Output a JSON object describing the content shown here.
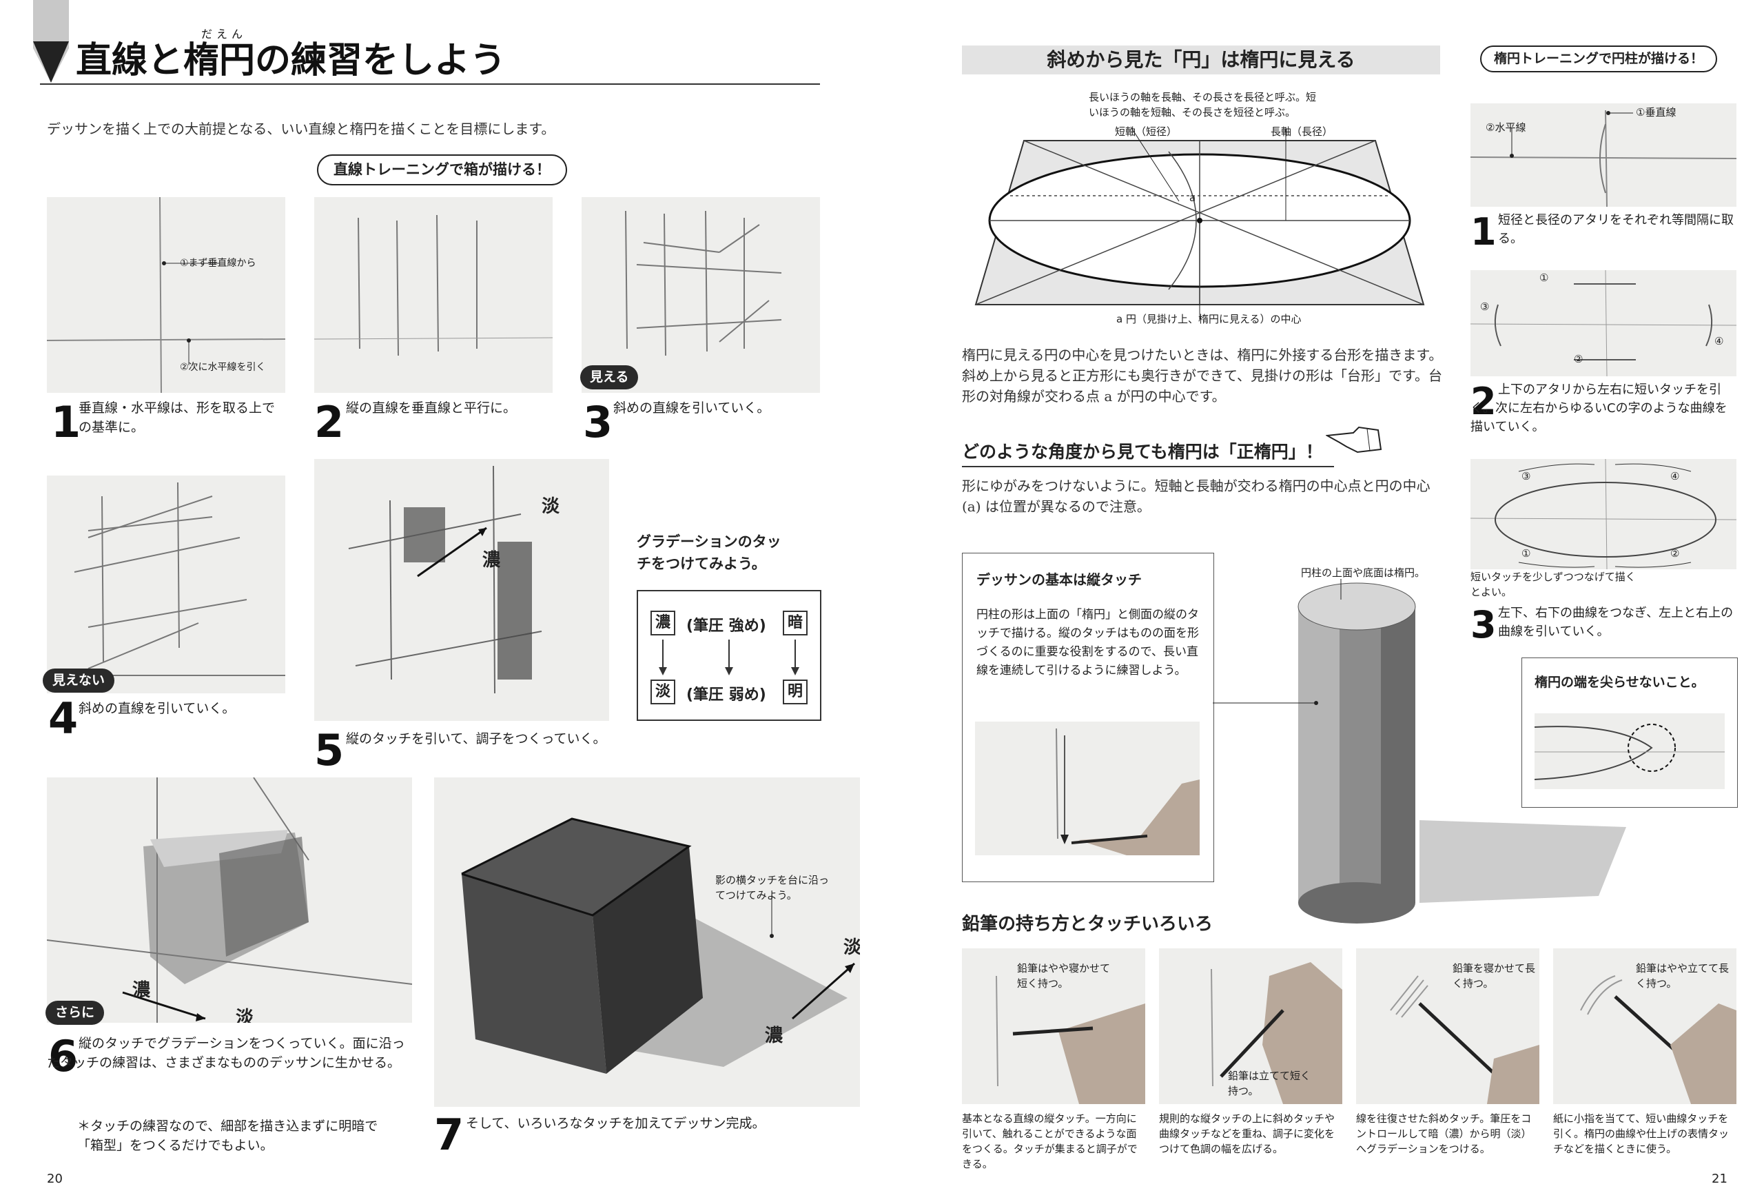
{
  "left_page": {
    "title_prefix": "直線と",
    "title_ruby": "だえん",
    "title_kanji": "楕円",
    "title_suffix": "の練習をしよう",
    "intro": "デッサンを描く上での大前提となる、いい直線と楕円を描くことを目標にします。",
    "box_pill": "直線トレーニングで箱が描ける！",
    "step1_label1": "①まず垂直線から",
    "step1_label2": "②次に水平線を引く",
    "step1_cap": "垂直線・水平線は、形を取る上での基準に。",
    "step2_cap": "縦の直線を垂直線と平行に。",
    "step3_bubble": "見える",
    "step3_cap": "斜めの直線を引いていく。",
    "step4_bubble": "見えない",
    "step4_cap": "斜めの直線を引いていく。",
    "step5_dark": "濃",
    "step5_light": "淡",
    "step5_cap": "縦のタッチを引いて、調子をつくっていく。",
    "gradation_title": "グラデーションのタッチをつけてみよう。",
    "grad_dark": "濃",
    "grad_strong": "(筆圧 強め)",
    "grad_shadow": "暗",
    "grad_light": "淡",
    "grad_weak": "(筆圧 弱め)",
    "grad_bright": "明",
    "step6_bubble": "さらに",
    "step6_dark": "濃",
    "step6_light": "淡",
    "step6_cap": "縦のタッチでグラデーションをつくっていく。面に沿ったタッチの練習は、さまざまなもののデッサンに生かせる。",
    "step6_note": "＊タッチの練習なので、細部を描き込まずに明暗で「箱型」をつくるだけでもよい。",
    "step7_shadow_note": "影の横タッチを台に沿ってつけてみよう。",
    "step7_dark": "濃",
    "step7_light": "淡",
    "step7_cap": "そして、いろいろなタッチを加えてデッサン完成。",
    "page_no": "20",
    "nums": {
      "n1": "1",
      "n2": "2",
      "n3": "3",
      "n4": "4",
      "n5": "5",
      "n6": "6",
      "n7": "7"
    }
  },
  "right_page": {
    "header": "斜めから見た「円」は楕円に見える",
    "diagram_note": "長いほうの軸を長軸、その長さを長径と呼ぶ。短いほうの軸を短軸、その長さを短径と呼ぶ。",
    "minor_axis": "短軸（短径）",
    "major_axis": "長軸（長径）",
    "point_a": "a",
    "center_caption": "a 円（見掛け上、楕円に見える）の中心",
    "ellipse_text": "楕円に見える円の中心を見つけたいときは、楕円に外接する台形を描きます。斜め上から見ると正方形にも奥行きができて、見掛けの形は「台形」です。台形の対角線が交わる点 a が円の中心です。",
    "true_ellipse_title": "どのような角度から見ても楕円は「正楕円」！",
    "true_ellipse_text": "形にゆがみをつけないように。短軸と長軸が交わる楕円の中心点と円の中心(a) は位置が異なるので注意。",
    "basics_title": "デッサンの基本は縦タッチ",
    "basics_text": "円柱の形は上面の「楕円」と側面の縦のタッチで描ける。縦のタッチはものの面を形づくるのに重要な役割をするので、長い直線を連続して引けるように練習しよう。",
    "cylinder_note": "円柱の上面や底面は楕円。",
    "pencil_title": "鉛筆の持ち方とタッチいろいろ",
    "grips": [
      {
        "label": "鉛筆はやや寝かせて短く持つ。",
        "cap": "基本となる直線の縦タッチ。一方向に引いて、触れることができるような面をつくる。タッチが集まると調子ができる。"
      },
      {
        "label": "鉛筆は立てて短く持つ。",
        "cap": "規則的な縦タッチの上に斜めタッチや曲線タッチなどを重ね、調子に変化をつけて色調の幅を広げる。"
      },
      {
        "label": "鉛筆を寝かせて長く持つ。",
        "cap": "線を往復させた斜めタッチ。筆圧をコントロールして暗（濃）から明（淡）へグラデーションをつける。"
      },
      {
        "label": "鉛筆はやや立てて長く持つ。",
        "cap": "紙に小指を当てて、短い曲線タッチを引く。楕円の曲線や仕上げの表情タッチなどを描くときに使う。"
      }
    ],
    "cyl_pill": "楕円トレーニングで円柱が描ける！",
    "r_step1_v": "①垂直線",
    "r_step1_h": "②水平線",
    "r_step1_cap": "短径と長径のアタリをそれぞれ等間隔に取る。",
    "r_step2_cap": "上下のアタリから左右に短いタッチを引く。次に左右からゆるいCの字のような曲線を描いていく。",
    "r_step3_note": "短いタッチを少しずつつなげて描くとよい。",
    "r_step3_cap": "左下、右下の曲線をつなぎ、左上と右上の曲線を引いていく。",
    "tip_title": "楕円の端を尖らせないこと。",
    "marks": {
      "m1": "①",
      "m2": "②",
      "m3": "③",
      "m4": "④"
    },
    "nums": {
      "n1": "1",
      "n2": "2",
      "n3": "3"
    },
    "page_no": "21"
  }
}
